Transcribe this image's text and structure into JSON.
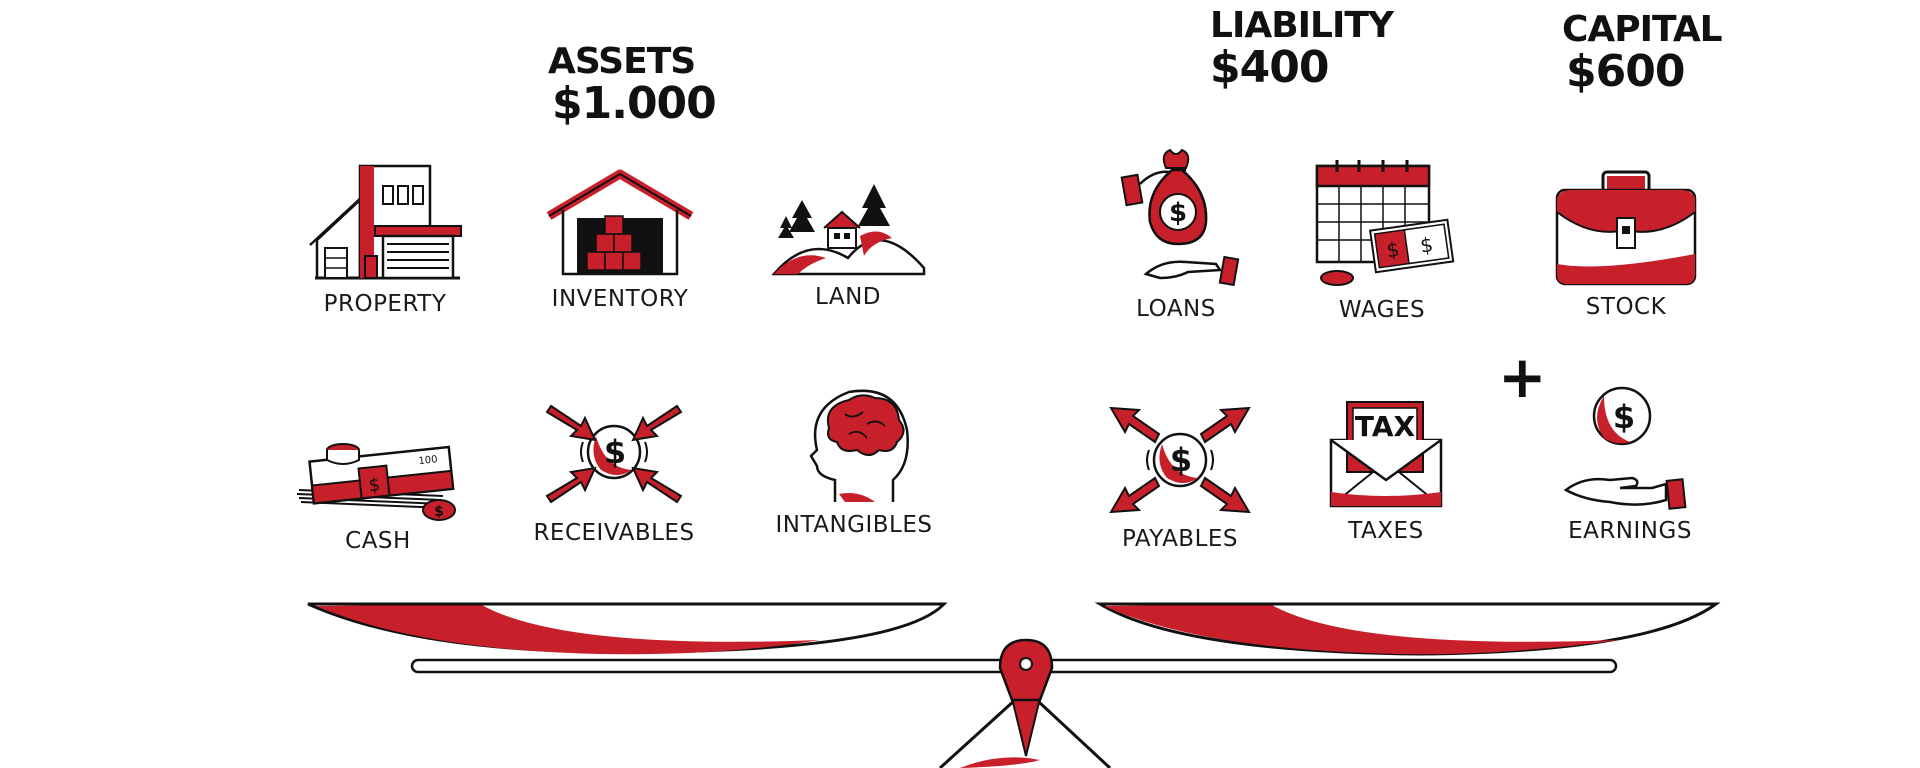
{
  "colors": {
    "accent": "#c8202a",
    "ink": "#111111",
    "paper": "#ffffff"
  },
  "headings": {
    "assets": {
      "title": "ASSETS",
      "amount": "$1.000"
    },
    "liability": {
      "title": "LIABILITY",
      "amount": "$400"
    },
    "capital": {
      "title": "CAPITAL",
      "amount": "$600"
    }
  },
  "items": {
    "property": {
      "label": "PROPERTY",
      "icon": "building-icon"
    },
    "inventory": {
      "label": "INVENTORY",
      "icon": "warehouse-icon"
    },
    "land": {
      "label": "LAND",
      "icon": "hills-house-icon"
    },
    "cash": {
      "label": "CASH",
      "icon": "banknotes-icon"
    },
    "receivables": {
      "label": "RECEIVABLES",
      "icon": "dollar-arrows-in-icon"
    },
    "intangibles": {
      "label": "INTANGIBLES",
      "icon": "head-brain-icon"
    },
    "loans": {
      "label": "LOANS",
      "icon": "money-bag-hands-icon"
    },
    "wages": {
      "label": "WAGES",
      "icon": "calendar-cash-icon"
    },
    "stock": {
      "label": "STOCK",
      "icon": "briefcase-icon"
    },
    "payables": {
      "label": "PAYABLES",
      "icon": "dollar-arrows-out-icon"
    },
    "taxes": {
      "label": "TAXES",
      "icon": "tax-envelope-icon"
    },
    "earnings": {
      "label": "EARNINGS",
      "icon": "coin-hand-icon"
    }
  },
  "operator": {
    "plus": "+"
  }
}
